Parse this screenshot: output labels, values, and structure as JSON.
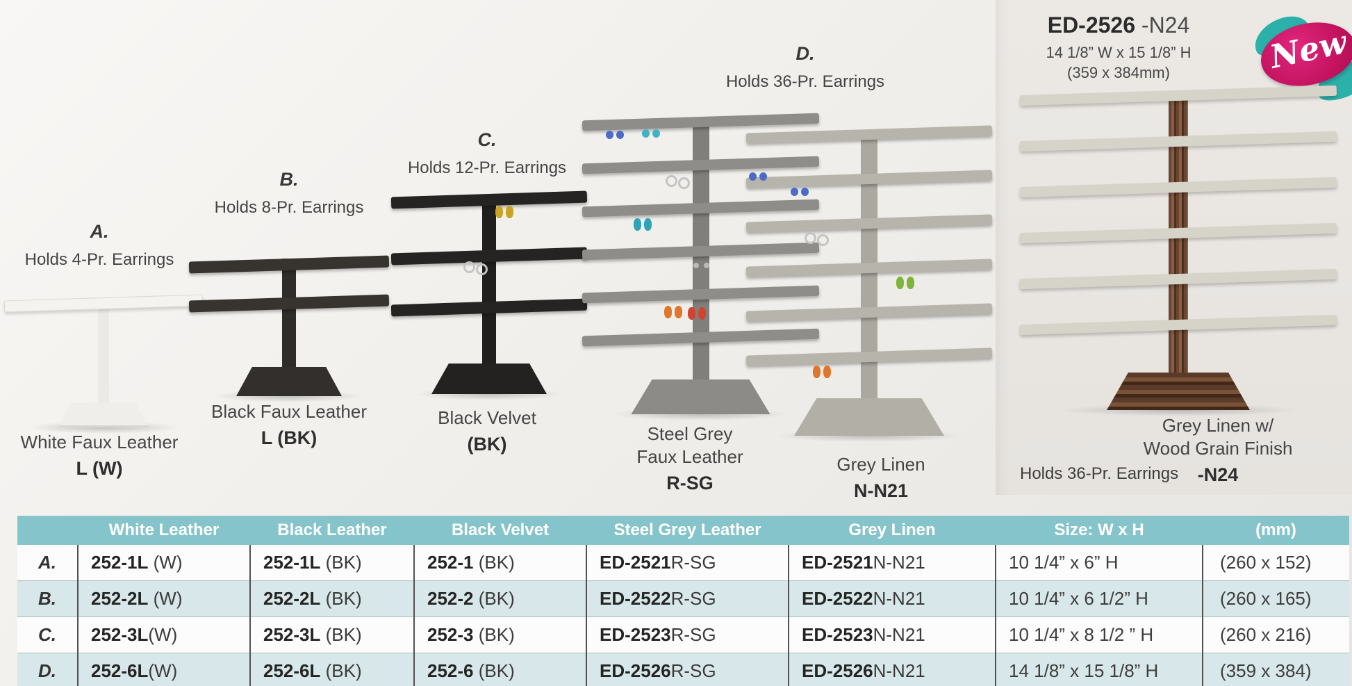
{
  "colors": {
    "table_header_teal": "#85c4cb",
    "table_row_alt_blue": "#d8e7e9",
    "badge_magenta": "#c3135f",
    "badge_teal": "#2cb0aa"
  },
  "products": [
    {
      "label": "A.",
      "holds": "Holds 4-Pr. Earrings",
      "caption": "White Faux Leather",
      "code": "L (W)"
    },
    {
      "label": "B.",
      "holds": "Holds 8-Pr. Earrings",
      "caption": "Black Faux Leather",
      "code": "L (BK)"
    },
    {
      "label": "C.",
      "holds": "Holds 12-Pr. Earrings",
      "caption": "Black Velvet",
      "code": "(BK)"
    },
    {
      "label": "D.",
      "holds": "Holds 36-Pr. Earrings",
      "variant1": {
        "caption1": "Steel Grey",
        "caption2": "Faux Leather",
        "code": "R-SG"
      },
      "variant2": {
        "caption": "Grey Linen",
        "code": "N-N21"
      }
    }
  ],
  "featured": {
    "sku": "ED-2526",
    "sku_suffix": "-N24",
    "size_in": "14 1/8” W x 15 1/8” H",
    "size_mm": "(359 x 384mm)",
    "badge": "New",
    "caption1": "Grey Linen w/",
    "caption2": "Wood Grain Finish",
    "code": "-N24",
    "holds": "Holds 36-Pr. Earrings"
  },
  "table": {
    "headers": [
      "",
      "White Leather",
      "Black Leather",
      "Black Velvet",
      "Steel Grey Leather",
      "Grey Linen",
      "Size: W x H",
      "(mm)"
    ],
    "rows": [
      {
        "label": "A.",
        "white": {
          "b": "252-1L",
          "r": " (W)"
        },
        "black": {
          "b": "252-1L",
          "r": " (BK)"
        },
        "velvet": {
          "b": "252-1",
          "r": " (BK)"
        },
        "steel": {
          "b": "ED-2521",
          "r": "R-SG"
        },
        "linen": {
          "b": "ED-2521",
          "r": "N-N21"
        },
        "size": "10 1/4” x 6” H",
        "mm": "(260 x 152)"
      },
      {
        "label": "B.",
        "white": {
          "b": "252-2L",
          "r": " (W)"
        },
        "black": {
          "b": "252-2L",
          "r": " (BK)"
        },
        "velvet": {
          "b": "252-2",
          "r": " (BK)"
        },
        "steel": {
          "b": "ED-2522",
          "r": "R-SG"
        },
        "linen": {
          "b": "ED-2522",
          "r": "N-N21"
        },
        "size": "10 1/4” x 6 1/2” H",
        "mm": "(260 x 165)"
      },
      {
        "label": "C.",
        "white": {
          "b": "252-3L",
          "r": "(W)"
        },
        "black": {
          "b": "252-3L",
          "r": " (BK)"
        },
        "velvet": {
          "b": "252-3",
          "r": " (BK)"
        },
        "steel": {
          "b": "ED-2523",
          "r": "R-SG"
        },
        "linen": {
          "b": "ED-2523",
          "r": "N-N21"
        },
        "size": "10 1/4” x 8 1/2 ” H",
        "mm": "(260 x 216)"
      },
      {
        "label": "D.",
        "white": {
          "b": "252-6L",
          "r": "(W)"
        },
        "black": {
          "b": "252-6L",
          "r": " (BK)"
        },
        "velvet": {
          "b": "252-6",
          "r": " (BK)"
        },
        "steel": {
          "b": "ED-2526",
          "r": "R-SG"
        },
        "linen": {
          "b": "ED-2526",
          "r": "N-N21"
        },
        "size": "14 1/8” x 15 1/8” H",
        "mm": "(359 x 384)"
      }
    ]
  }
}
